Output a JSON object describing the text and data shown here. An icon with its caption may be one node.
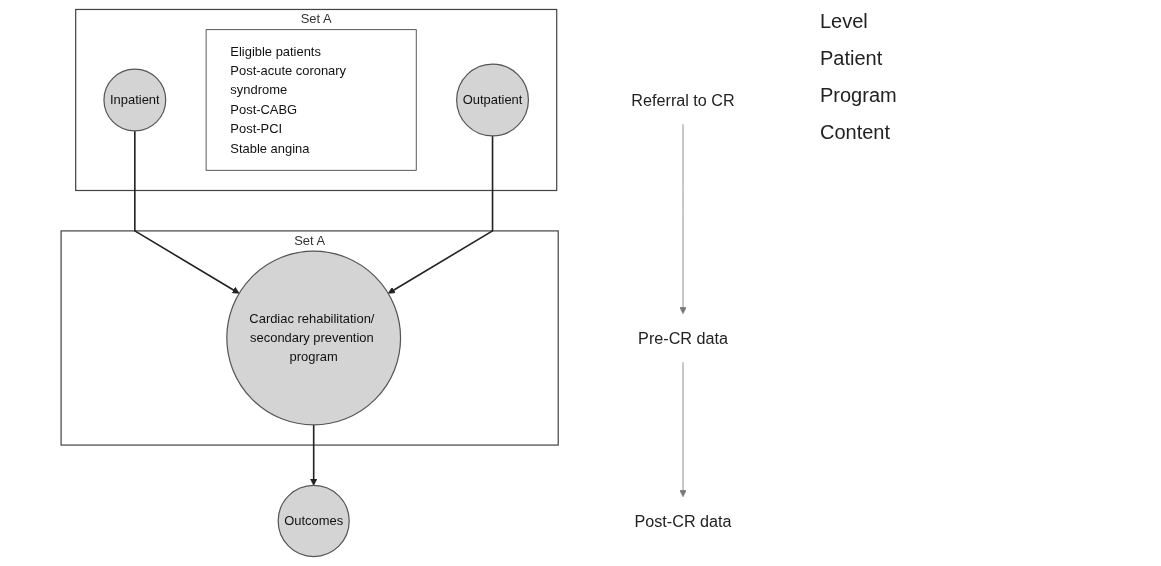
{
  "diagram": {
    "nodes": [
      {
        "text": [],
        "shape": "box",
        "beside": [
          "Set A"
        ]
      },
      {
        "text": [
          "Inpatient"
        ],
        "in": 0
      },
      {
        "text": [
          "Eligible patients",
          "Post-acute coronary syndrome",
          "Post-CABG",
          "Post-PCI",
          "Stable angina"
        ],
        "in": 0
      },
      {
        "text": [
          "Outpatient"
        ],
        "in": 0
      },
      {
        "text": [],
        "shape": "box",
        "beside": [
          "Set A"
        ]
      },
      {
        "text": [
          "Cardiac rehabilitation/ secondary prevention program"
        ],
        "in": 4
      },
      {
        "text": [
          "Outcomes"
        ]
      },
      {
        "text": [
          "Referral to CR"
        ]
      },
      {
        "text": [
          "Pre-CR data"
        ]
      },
      {
        "text": [
          "Post-CR data"
        ]
      }
    ],
    "edges": [
      {
        "from": 1,
        "to": 5,
        "arrow": "to"
      },
      {
        "from": 3,
        "to": 5,
        "arrow": "to"
      },
      {
        "from": 5,
        "to": 6,
        "arrow": "to"
      },
      {
        "from": 7,
        "to": 8,
        "arrow": "to"
      },
      {
        "from": 8,
        "to": 9,
        "arrow": "to"
      }
    ],
    "labels": [
      "Level",
      "Patient",
      "Program",
      "Content"
    ]
  }
}
